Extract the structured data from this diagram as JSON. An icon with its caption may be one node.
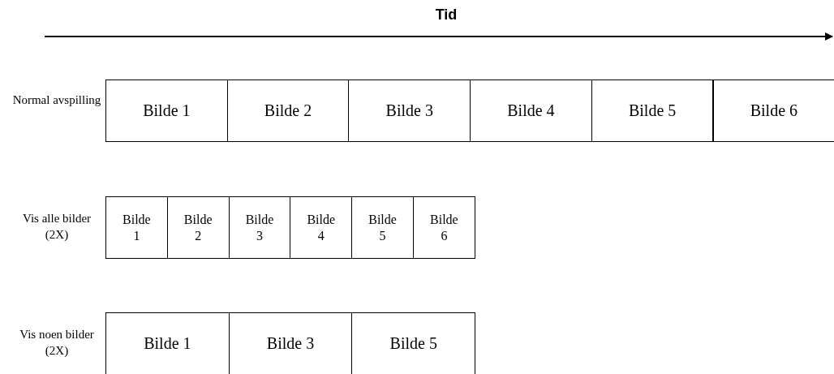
{
  "diagram": {
    "title": "Tid",
    "nodes": [
      {
        "text": [
          "Bilde 1"
        ]
      },
      {
        "text": [
          "Bilde 2"
        ]
      },
      {
        "text": [
          "Bilde 3"
        ]
      },
      {
        "text": [
          "Bilde 4"
        ]
      },
      {
        "text": [
          "Bilde 5"
        ]
      },
      {
        "text": [
          "Bilde 6"
        ]
      },
      {
        "text": [
          "Bilde 1"
        ]
      },
      {
        "text": [
          "Bilde 2"
        ]
      },
      {
        "text": [
          "Bilde 3"
        ]
      },
      {
        "text": [
          "Bilde 4"
        ]
      },
      {
        "text": [
          "Bilde 5"
        ]
      },
      {
        "text": [
          "Bilde 6"
        ]
      },
      {
        "text": [
          "Bilde 1"
        ]
      },
      {
        "text": [
          "Bilde 3"
        ]
      },
      {
        "text": [
          "Bilde 5"
        ]
      }
    ],
    "labels": [
      "Normal avspilling",
      "Vis alle bilder (2X)",
      "Vis noen bilder (2X)"
    ]
  }
}
